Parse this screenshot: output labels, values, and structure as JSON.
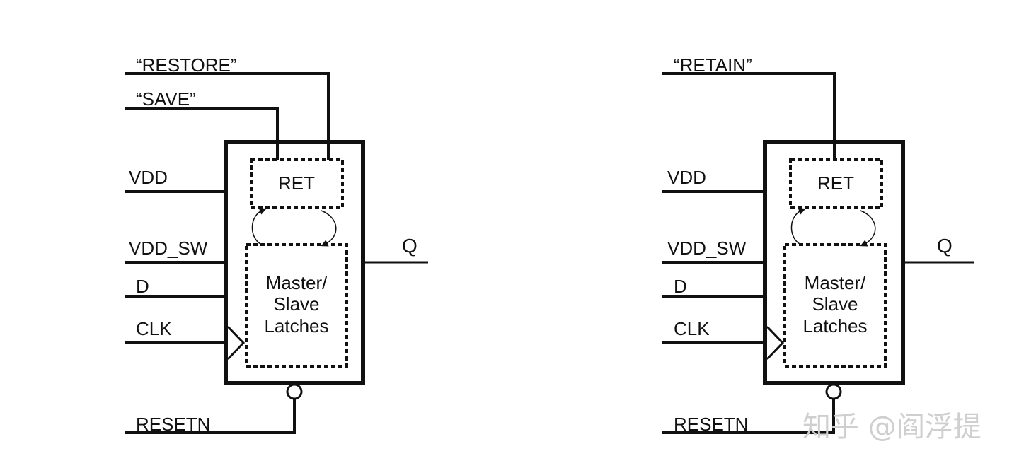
{
  "left_diagram": {
    "restore_label": "“RESTORE”",
    "save_label": "“SAVE”",
    "vdd_label": "VDD",
    "vdd_sw_label": "VDD_SW",
    "d_label": "D",
    "clk_label": "CLK",
    "resetn_label": "RESETN",
    "q_label": "Q",
    "ret_label": "RET",
    "latch_lines": [
      "Master/",
      "Slave",
      "Latches"
    ]
  },
  "right_diagram": {
    "retain_label": "“RETAIN”",
    "vdd_label": "VDD",
    "vdd_sw_label": "VDD_SW",
    "d_label": "D",
    "clk_label": "CLK",
    "resetn_label": "RESETN",
    "q_label": "Q",
    "ret_label": "RET",
    "latch_lines": [
      "Master/",
      "Slave",
      "Latches"
    ]
  },
  "watermark": "知乎 @阎浮提",
  "colors": {
    "line": "#111111",
    "watermark": "#cfcfcf",
    "background": "#ffffff"
  }
}
